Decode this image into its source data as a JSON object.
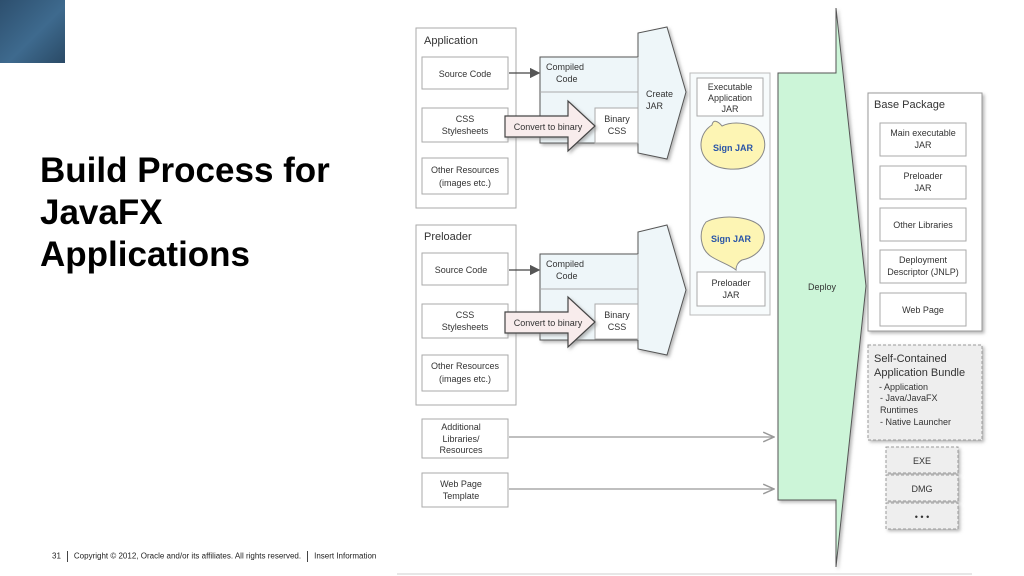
{
  "slide": {
    "title_lines": [
      "Build Process for",
      "JavaFX",
      "Applications"
    ],
    "footer": {
      "page_number": "31",
      "copyright": "Copyright © 2012, Oracle and/or its affiliates. All rights reserved.",
      "info": "Insert Information"
    }
  },
  "diagram": {
    "application": {
      "label": "Application",
      "source_code": "Source Code",
      "css": [
        "CSS",
        "Stylesheets"
      ],
      "other": [
        "Other Resources",
        "(images etc.)"
      ],
      "compiled": [
        "Compiled",
        "Code"
      ],
      "convert": "Convert to binary",
      "binary": [
        "Binary",
        "CSS"
      ],
      "create_jar": [
        "Create",
        "JAR"
      ]
    },
    "preloader": {
      "label": "Preloader",
      "source_code": "Source Code",
      "css": [
        "CSS",
        "Stylesheets"
      ],
      "other": [
        "Other Resources",
        "(images etc.)"
      ],
      "compiled": [
        "Compiled",
        "Code"
      ],
      "convert": "Convert to binary",
      "binary": [
        "Binary",
        "CSS"
      ]
    },
    "jars": {
      "executable": [
        "Executable",
        "Application",
        "JAR"
      ],
      "sign_jar_1": "Sign JAR",
      "sign_jar_2": "Sign JAR",
      "preloader_jar": [
        "Preloader",
        "JAR"
      ]
    },
    "additional": [
      "Additional",
      "Libraries/",
      "Resources"
    ],
    "web_template": [
      "Web Page",
      "Template"
    ],
    "deploy": "Deploy",
    "base_package": {
      "label": "Base Package",
      "main_jar": [
        "Main executable",
        "JAR"
      ],
      "preloader_jar": [
        "Preloader",
        "JAR"
      ],
      "other_libs": "Other Libraries",
      "descriptor": [
        "Deployment",
        "Descriptor (JNLP)"
      ],
      "web_page": "Web Page"
    },
    "bundle": {
      "title": [
        "Self-Contained",
        "Application Bundle"
      ],
      "items": [
        "-  Application",
        "- Java/JavaFX",
        "   Runtimes",
        "- Native Launcher"
      ]
    },
    "outputs": [
      "EXE",
      "DMG",
      "• • •"
    ],
    "colors": {
      "deploy_fill": "#ccf5d8",
      "jar_fill": "#eef6f9",
      "convert_fill": "#f8ecec",
      "sign_fill": "#fdf5b4",
      "box_stroke": "#9a9a9a"
    }
  }
}
